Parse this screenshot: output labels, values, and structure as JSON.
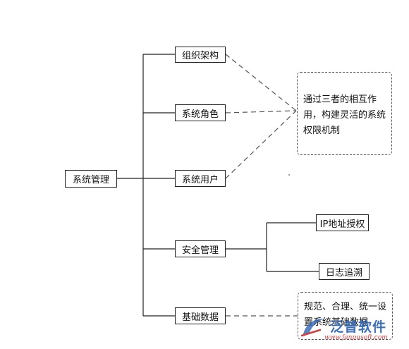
{
  "root": {
    "label": "系统管理"
  },
  "modules": [
    {
      "label": "组织架构"
    },
    {
      "label": "系统角色"
    },
    {
      "label": "系统用户"
    },
    {
      "label": "安全管理"
    },
    {
      "label": "基础数据"
    }
  ],
  "security_children": [
    {
      "label": "IP地址授权"
    },
    {
      "label": "日志追溯"
    }
  ],
  "notes": {
    "permission": "通过三者的相互作用，构建灵活的系统权限机制",
    "basic_data": "规范、合理、统一设置系统基础数据"
  },
  "watermark": {
    "brand": "泛普软件",
    "url": "www.fanpusoft.com"
  },
  "colors": {
    "line": "#222222",
    "dashed": "#555555",
    "watermark_blue": "#3c6fb6",
    "watermark_red": "#d04040"
  }
}
